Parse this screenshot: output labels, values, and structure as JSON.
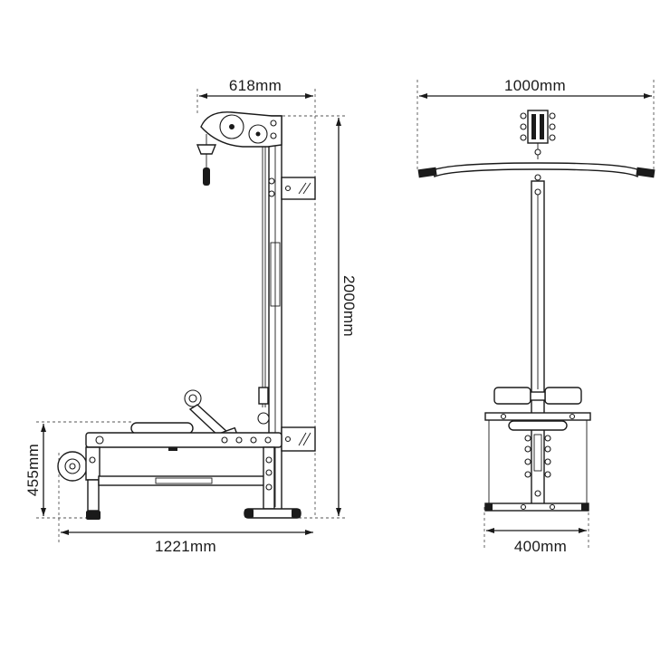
{
  "dimensions": {
    "side_depth_top": "618mm",
    "side_height": "2000mm",
    "side_seat_height": "455mm",
    "side_length": "1221mm",
    "front_bar_width": "1000mm",
    "front_base_width": "400mm"
  },
  "colors": {
    "line": "#1a1a1a",
    "background": "#ffffff",
    "guide": "#555555"
  }
}
